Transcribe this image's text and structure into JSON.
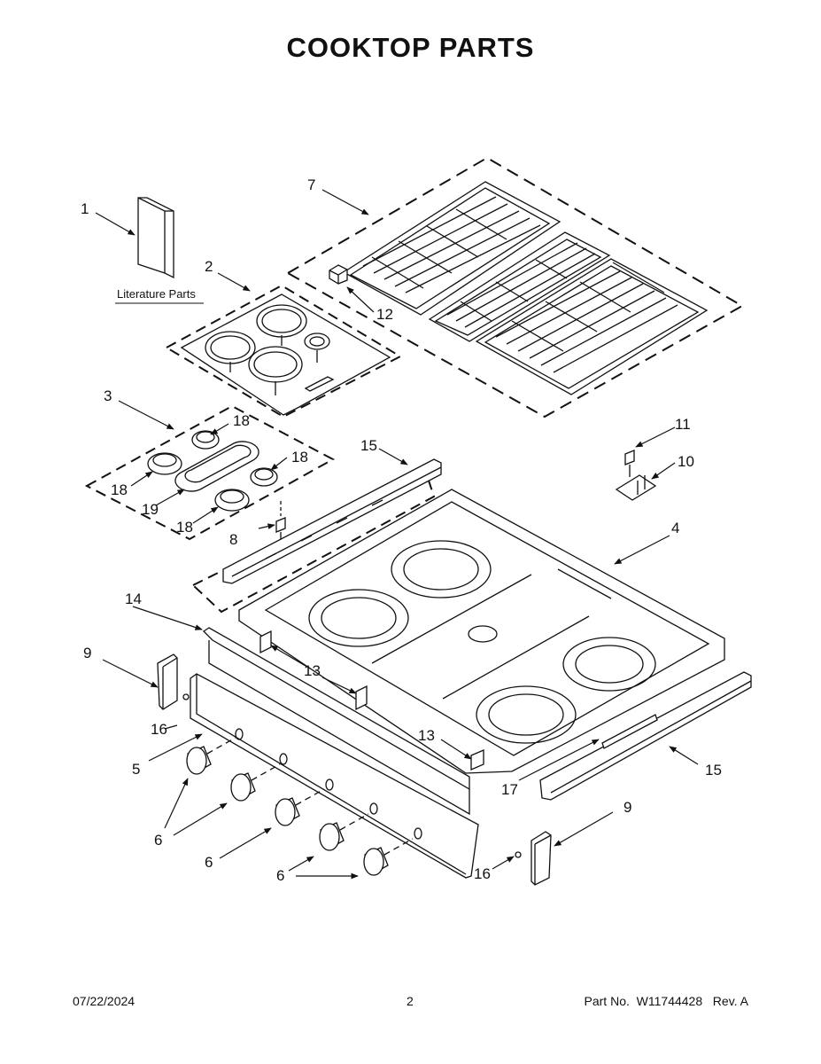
{
  "title": "COOKTOP PARTS",
  "literature_label": "Literature Parts",
  "callouts": {
    "c1": "1",
    "c2": "2",
    "c3": "3",
    "c4": "4",
    "c5": "5",
    "c6a": "6",
    "c6b": "6",
    "c6c": "6",
    "c7": "7",
    "c8": "8",
    "c9a": "9",
    "c9b": "9",
    "c10": "10",
    "c11": "11",
    "c12": "12",
    "c13a": "13",
    "c13b": "13",
    "c14": "14",
    "c15a": "15",
    "c15b": "15",
    "c16a": "16",
    "c16b": "16",
    "c17": "17",
    "c18a": "18",
    "c18b": "18",
    "c18c": "18",
    "c18d": "18",
    "c19": "19"
  },
  "footer": {
    "date": "07/22/2024",
    "page": "2",
    "part_label": "Part No.",
    "part_number": "W11744428",
    "revision": "Rev. A"
  }
}
